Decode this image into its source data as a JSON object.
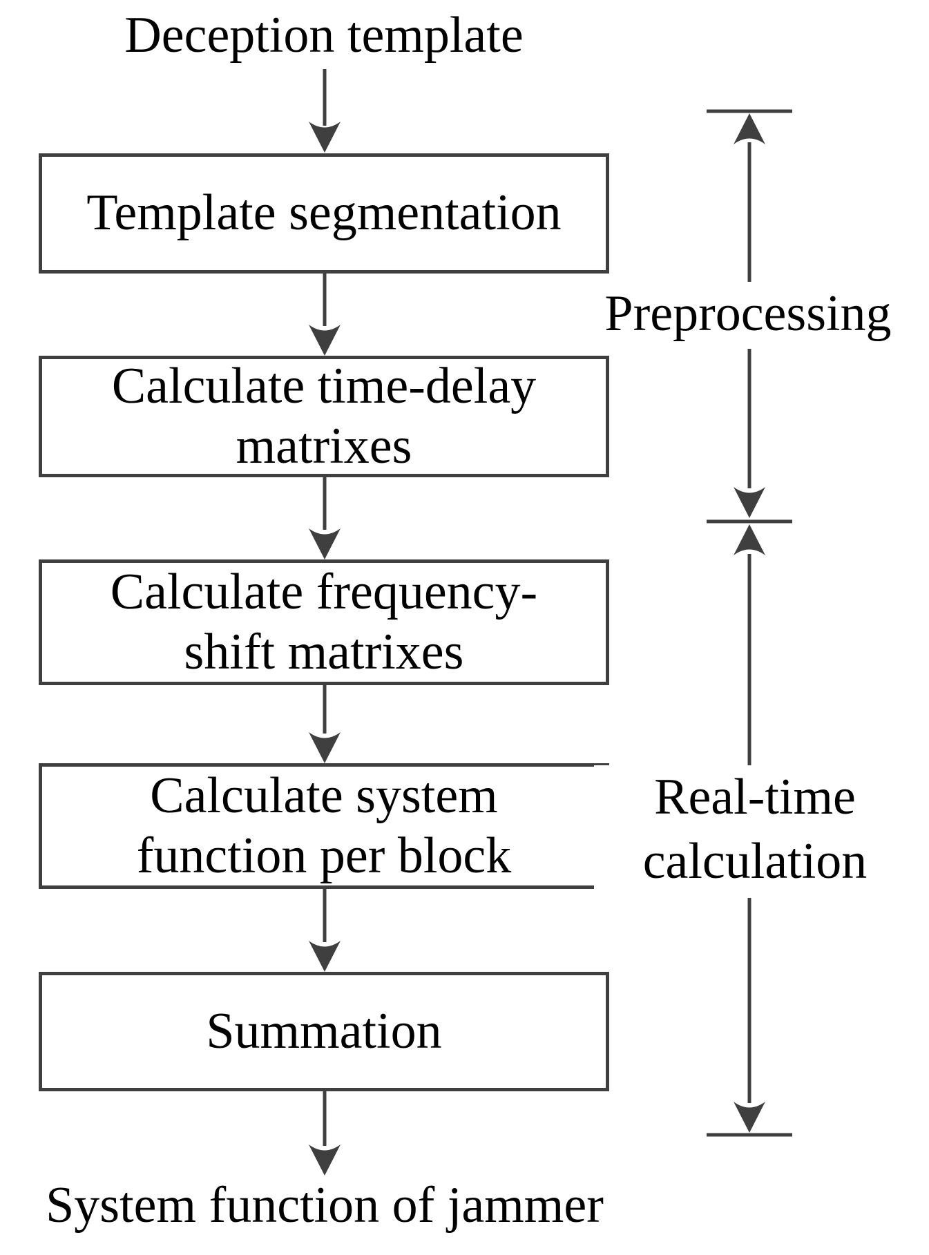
{
  "diagram": {
    "input_label": "Deception template",
    "boxes": [
      {
        "label": "Template segmentation"
      },
      {
        "label": "Calculate time-delay\nmatrixes"
      },
      {
        "label": "Calculate frequency-\nshift matrixes"
      },
      {
        "label": "Calculate system\nfunction per block"
      },
      {
        "label": "Summation"
      }
    ],
    "output_label": "System function of jammer",
    "phases": [
      {
        "label": "Preprocessing"
      },
      {
        "label": "Real-time\ncalculation"
      }
    ],
    "colors": {
      "stroke": "#3f3f3f",
      "text": "#000000",
      "background": "#ffffff"
    }
  }
}
